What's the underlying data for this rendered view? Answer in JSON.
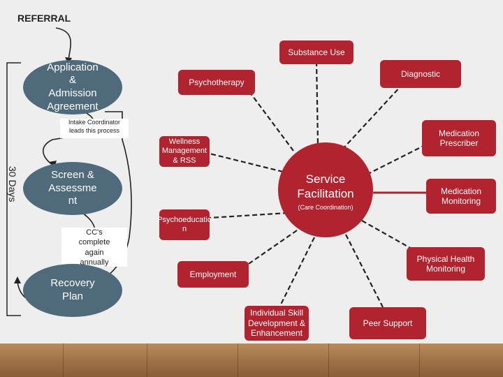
{
  "title": "REFERRAL",
  "stages": {
    "application": [
      "Application",
      "&",
      "Admission",
      "Agreement"
    ],
    "intake_note": [
      "Intake Coordinator",
      "leads this process"
    ],
    "screen": [
      "Screen &",
      "Assessme",
      "nt"
    ],
    "cc_note": [
      "CC's",
      "complete",
      "again",
      "annually"
    ],
    "recovery": [
      "Recovery",
      "Plan"
    ],
    "days_label": "30 Days"
  },
  "hub": {
    "title": [
      "Service",
      "Facilitation"
    ],
    "subtitle": "(Care Coordination)"
  },
  "services": {
    "substance_use": "Substance Use",
    "diagnostic": "Diagnostic",
    "psychotherapy": "Psychotherapy",
    "wellness": [
      "Wellness",
      "Management",
      "& RSS"
    ],
    "medication_prescriber": [
      "Medication",
      "Prescriber"
    ],
    "medication_monitoring": [
      "Medication",
      "Monitoring"
    ],
    "psychoeducation": [
      "Psychoeducatio",
      "n"
    ],
    "physical_health": [
      "Physical Health",
      "Monitoring"
    ],
    "employment": "Employment",
    "individual_skill": [
      "Individual Skill",
      "Development &",
      "Enhancement"
    ],
    "peer_support": "Peer Support"
  },
  "colors": {
    "service_red": "#b0232f",
    "stage_slate": "#4f6b7b",
    "background": "#eeeeee"
  }
}
